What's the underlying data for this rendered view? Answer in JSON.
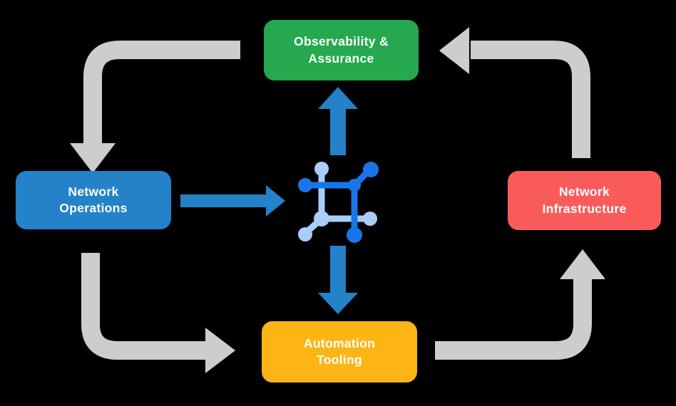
{
  "diagram": {
    "background": "#000000",
    "nodes": {
      "observability": {
        "label": "Observability &\nAssurance",
        "color": "#26A84F",
        "text_color": "#FFFFFF"
      },
      "operations": {
        "label": "Network\nOperations",
        "color": "#2382C8",
        "text_color": "#FFFFFF"
      },
      "infrastructure": {
        "label": "Network\nInfrastructure",
        "color": "#F95B5B",
        "text_color": "#FFFFFF"
      },
      "automation": {
        "label": "Automation\nTooling",
        "color": "#FCB514",
        "text_color": "#FFFFFF"
      }
    },
    "center_icon": {
      "name": "network-mesh-icon",
      "dark_color": "#1877E8",
      "light_color": "#A9CDF6"
    },
    "arrows": {
      "gray_color": "#CDCDCD",
      "blue_color": "#2382C8",
      "cycle": [
        {
          "from": "observability",
          "to": "operations",
          "points": "down"
        },
        {
          "from": "operations",
          "to": "automation",
          "points": "right"
        },
        {
          "from": "automation",
          "to": "infrastructure",
          "points": "up"
        },
        {
          "from": "infrastructure",
          "to": "observability",
          "points": "left"
        }
      ],
      "center_links": [
        {
          "from": "operations",
          "to": "center-icon"
        },
        {
          "from": "center-icon",
          "to": "observability"
        },
        {
          "from": "center-icon",
          "to": "automation"
        }
      ]
    }
  }
}
